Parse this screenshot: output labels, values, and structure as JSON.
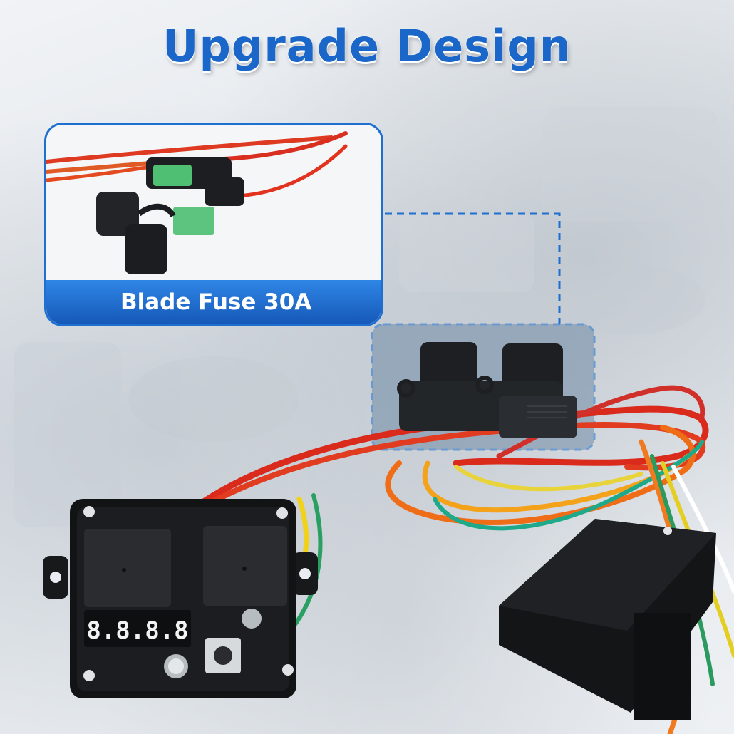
{
  "title": "Upgrade Design",
  "callout": {
    "label": "Blade Fuse 30A"
  },
  "display": {
    "digits": "8.8.8.8"
  },
  "colors": {
    "accent": "#1b67c9",
    "label_bar": "#1f6fd0"
  }
}
